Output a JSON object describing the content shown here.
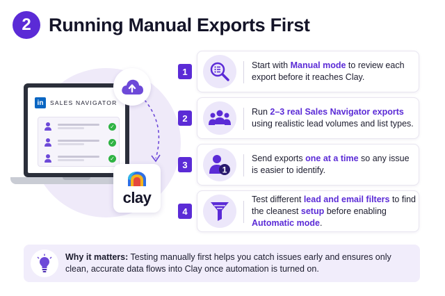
{
  "header": {
    "number": "2",
    "title": "Running Manual Exports First"
  },
  "illustration": {
    "linkedin_logo": "in",
    "brand_label": "SALES NAVIGATOR",
    "lead_rows": 3,
    "upload_icon": "cloud-upload-icon",
    "clay_label": "clay",
    "colors": {
      "accent": "#5b2bd6",
      "linkedin": "#0a66c2",
      "check": "#2fb344"
    }
  },
  "steps": [
    {
      "num": "1",
      "icon": "search-list-icon",
      "pre": "Start with ",
      "highlight": "Manual mode",
      "post": " to review each export before it reaches Clay."
    },
    {
      "num": "2",
      "icon": "team-icon",
      "pre": "Run ",
      "highlight": "2–3 real Sales Navigator exports",
      "post": " using realistic lead volumes and list types."
    },
    {
      "num": "3",
      "icon": "user-one-icon",
      "pre": "Send exports ",
      "highlight": "one at a time",
      "post": " so any issue is easier to identify."
    },
    {
      "num": "4",
      "icon": "filter-icon",
      "pre": "Test different ",
      "highlight": "lead and email filters",
      "mid": " to find the cleanest ",
      "highlight2": "setup",
      "mid2": " before enabling ",
      "highlight3": "Automatic mode",
      "post": "."
    }
  ],
  "footer": {
    "icon": "lightbulb-icon",
    "label": "Why it matters:",
    "text": " Testing manually first helps you catch issues early and ensures only clean, accurate data flows into Clay once automation is turned on."
  }
}
